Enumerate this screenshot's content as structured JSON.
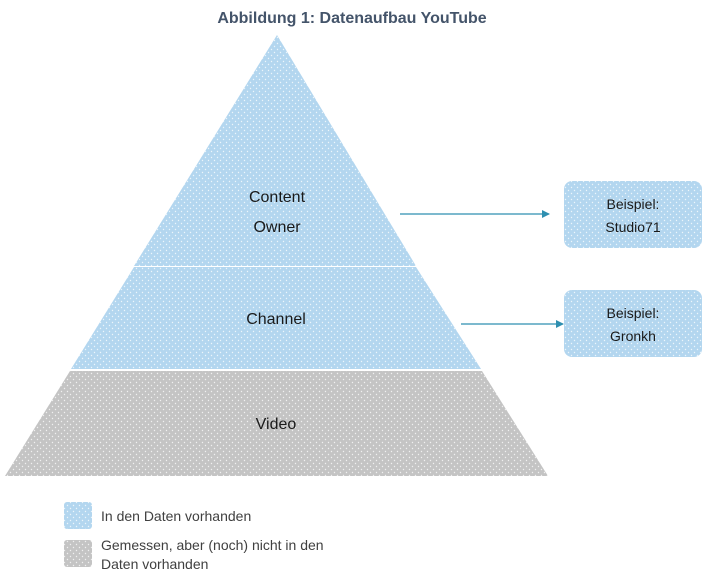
{
  "title": "Abbildung 1: Datenaufbau YouTube",
  "colors": {
    "present": "#b3d6ef",
    "measured": "#c4c4c4",
    "arrow": "#2e8fb0",
    "title": "#44546a"
  },
  "pyramid": {
    "tiers": [
      {
        "line1": "Content",
        "line2": "Owner",
        "status": "present"
      },
      {
        "label": "Channel",
        "status": "present"
      },
      {
        "label": "Video",
        "status": "measured"
      }
    ]
  },
  "examples": [
    {
      "line1": "Beispiel:",
      "line2": "Studio71",
      "target": "Content Owner"
    },
    {
      "line1": "Beispiel:",
      "line2": "Gronkh",
      "target": "Channel"
    }
  ],
  "legend": [
    {
      "label": "In den Daten vorhanden",
      "color": "present"
    },
    {
      "line1": "Gemessen, aber (noch) nicht in den",
      "line2": "Daten vorhanden",
      "color": "measured"
    }
  ]
}
